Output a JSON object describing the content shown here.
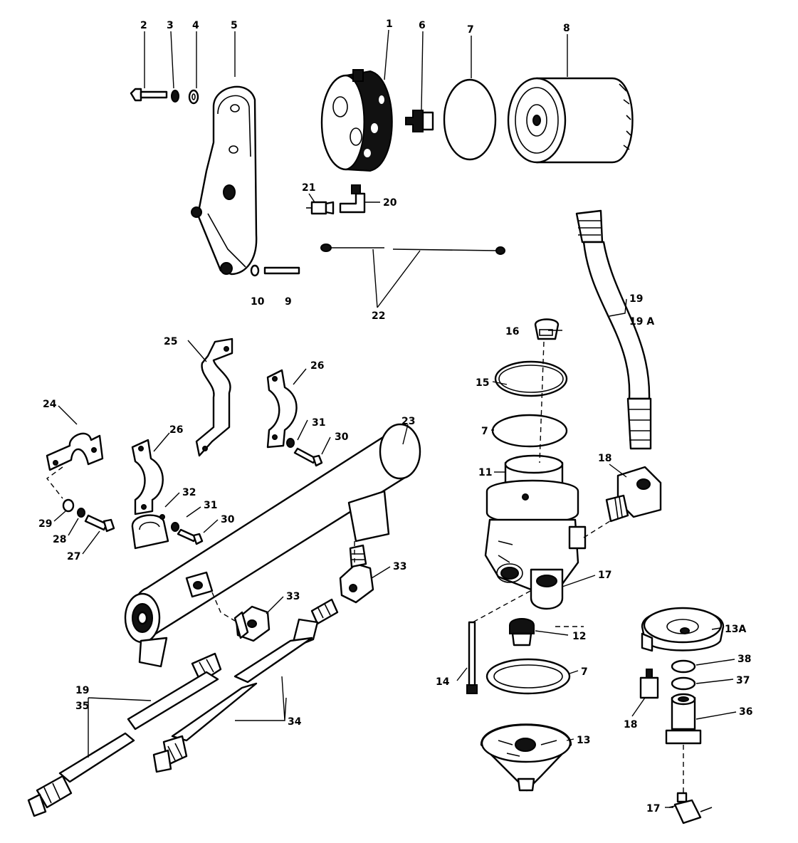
{
  "callouts": [
    {
      "id": "c2",
      "label": "2"
    },
    {
      "id": "c3",
      "label": "3"
    },
    {
      "id": "c4",
      "label": "4"
    },
    {
      "id": "c5",
      "label": "5"
    },
    {
      "id": "c1",
      "label": "1"
    },
    {
      "id": "c6",
      "label": "6"
    },
    {
      "id": "c7a",
      "label": "7"
    },
    {
      "id": "c8",
      "label": "8"
    },
    {
      "id": "c21",
      "label": "21"
    },
    {
      "id": "c20",
      "label": "20"
    },
    {
      "id": "c10",
      "label": "10"
    },
    {
      "id": "c9",
      "label": "9"
    },
    {
      "id": "c22",
      "label": "22"
    },
    {
      "id": "c19a",
      "label": "19"
    },
    {
      "id": "c19A",
      "label": "19 A"
    },
    {
      "id": "c16",
      "label": "16"
    },
    {
      "id": "c15",
      "label": "15"
    },
    {
      "id": "c7b",
      "label": "7"
    },
    {
      "id": "c11",
      "label": "11"
    },
    {
      "id": "c18a",
      "label": "18"
    },
    {
      "id": "c25",
      "label": "25"
    },
    {
      "id": "c26a",
      "label": "26"
    },
    {
      "id": "c24",
      "label": "24"
    },
    {
      "id": "c26b",
      "label": "26"
    },
    {
      "id": "c31a",
      "label": "31"
    },
    {
      "id": "c30a",
      "label": "30"
    },
    {
      "id": "c23",
      "label": "23"
    },
    {
      "id": "c32",
      "label": "32"
    },
    {
      "id": "c31b",
      "label": "31"
    },
    {
      "id": "c30b",
      "label": "30"
    },
    {
      "id": "c29",
      "label": "29"
    },
    {
      "id": "c28",
      "label": "28"
    },
    {
      "id": "c27",
      "label": "27"
    },
    {
      "id": "c33a",
      "label": "33"
    },
    {
      "id": "c33b",
      "label": "33"
    },
    {
      "id": "c17a",
      "label": "17"
    },
    {
      "id": "c12",
      "label": "12"
    },
    {
      "id": "c13A",
      "label": "13A"
    },
    {
      "id": "c38",
      "label": "38"
    },
    {
      "id": "c37",
      "label": "37"
    },
    {
      "id": "c14",
      "label": "14"
    },
    {
      "id": "c7c",
      "label": "7"
    },
    {
      "id": "c18b",
      "label": "18"
    },
    {
      "id": "c36",
      "label": "36"
    },
    {
      "id": "c13",
      "label": "13"
    },
    {
      "id": "c19b",
      "label": "19"
    },
    {
      "id": "c35",
      "label": "35"
    },
    {
      "id": "c34",
      "label": "34"
    },
    {
      "id": "c17b",
      "label": "17"
    }
  ]
}
